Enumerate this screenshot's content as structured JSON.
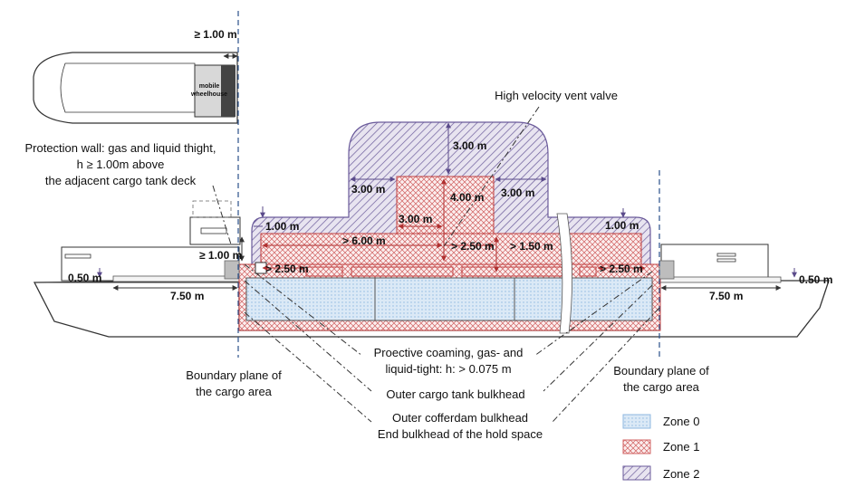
{
  "dimensions": {
    "top_clearance": "≥ 1.00 m",
    "dome_height": "3.00 m",
    "dome_left": "3.00 m",
    "dome_right": "3.00 m",
    "inner_height": "4.00 m",
    "inner_left": "3.00 m",
    "left_top": "1.00 m",
    "right_top": "1.00 m",
    "span_left": "> 6.00 m",
    "span_mid": "> 2.50 m",
    "span_right": "> 1.50 m",
    "low_left": "> 2.50 m",
    "low_right": "> 2.50 m",
    "wall_height": "≥ 1.00 m",
    "deck_left": "0.50 m",
    "deck_right": "0.50 m",
    "dist_left": "7.50 m",
    "dist_right": "7.50 m"
  },
  "labels": {
    "mobile_wheelhouse_1": "mobile",
    "mobile_wheelhouse_2": "wheelhouse",
    "protection_wall_1": "Protection wall: gas and liquid thight,",
    "protection_wall_2": "h ≥ 1.00m above",
    "protection_wall_3": "the adjacent cargo tank deck",
    "vent_valve": "High velocity vent valve",
    "coaming_1": "Proective coaming, gas- and",
    "coaming_2": "liquid-tight: h: > 0.075 m",
    "tank_bulkhead": "Outer cargo tank bulkhead",
    "cofferdam_1": "Outer cofferdam bulkhead",
    "cofferdam_2": "End bulkhead of the hold space",
    "boundary_left_1": "Boundary plane of",
    "boundary_left_2": "the cargo area",
    "boundary_right_1": "Boundary plane of",
    "boundary_right_2": "the cargo area"
  },
  "legend": [
    {
      "label": "Zone 0",
      "color": "#8fb8e0"
    },
    {
      "label": "Zone 1",
      "color": "#d06060"
    },
    {
      "label": "Zone 2",
      "color": "#6a5a9a"
    }
  ]
}
